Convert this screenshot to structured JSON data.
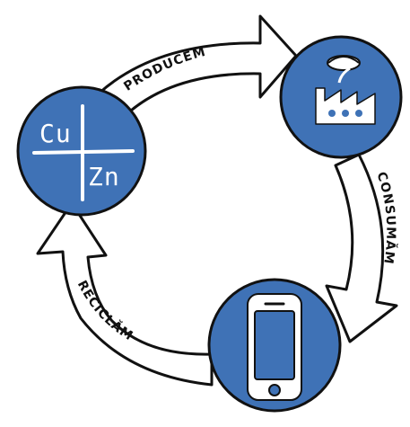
{
  "cycle": {
    "steps": [
      {
        "label": "PRODUCEM",
        "icon": "factory-icon"
      },
      {
        "label": "CONSUMĂM",
        "icon": "smartphone-icon"
      },
      {
        "label": "RECICLĂM",
        "icon": "elements-icon"
      }
    ],
    "elements": {
      "left": "Cu",
      "right": "Zn"
    }
  },
  "colors": {
    "node_fill": "#3f72b6",
    "outline": "#111111",
    "arrow_fill": "#ffffff",
    "icon": "#ffffff"
  }
}
